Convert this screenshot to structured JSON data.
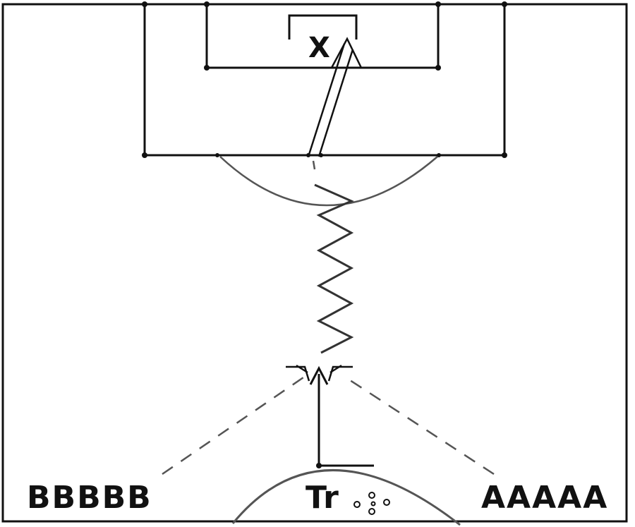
{
  "labels": {
    "goalkeeper": "X",
    "queue_left": "BBBBB",
    "queue_right": "AAAAA",
    "trainer": "Tr"
  },
  "icons": {
    "balls": "ball-cluster-icon",
    "goal": "goal-frame-icon"
  },
  "colors": {
    "lines": "#111111",
    "movement": "#555555",
    "background": "#ffffff"
  }
}
